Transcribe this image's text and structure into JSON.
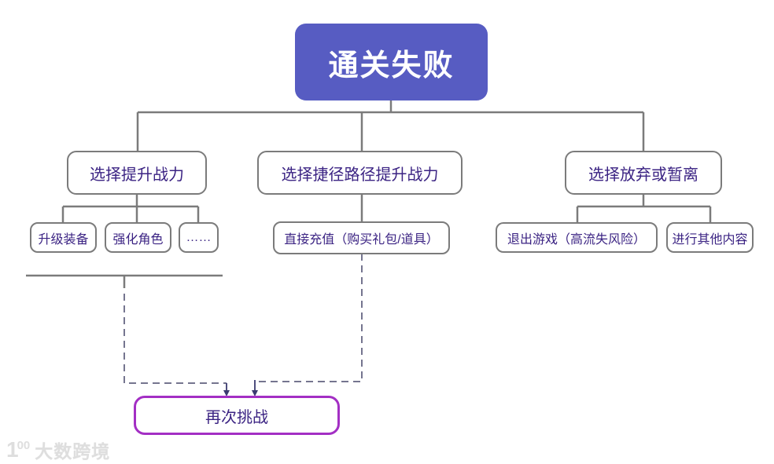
{
  "diagram": {
    "root": {
      "label": "通关失败"
    },
    "branches": [
      {
        "label": "选择提升战力"
      },
      {
        "label": "选择捷径路径提升战力"
      },
      {
        "label": "选择放弃或暂离"
      }
    ],
    "leaves": [
      {
        "label": "升级装备"
      },
      {
        "label": "强化角色"
      },
      {
        "label": "……"
      },
      {
        "label": "直接充值（购买礼包/道具）"
      },
      {
        "label": "退出游戏（高流失风险）"
      },
      {
        "label": "进行其他内容"
      }
    ],
    "result": {
      "label": "再次挑战"
    }
  },
  "watermark": {
    "logo_one": "1",
    "logo_oo": "00",
    "text": "大数跨境"
  },
  "colors": {
    "root_bg": "#575cc2",
    "root_text": "#ffffff",
    "node_border": "#7b7b7b",
    "node_text": "#3b2383",
    "result_border": "#a32fc4",
    "connector_solid": "#7b7b7b",
    "connector_dashed": "#75758f",
    "arrow": "#3a3a70"
  }
}
